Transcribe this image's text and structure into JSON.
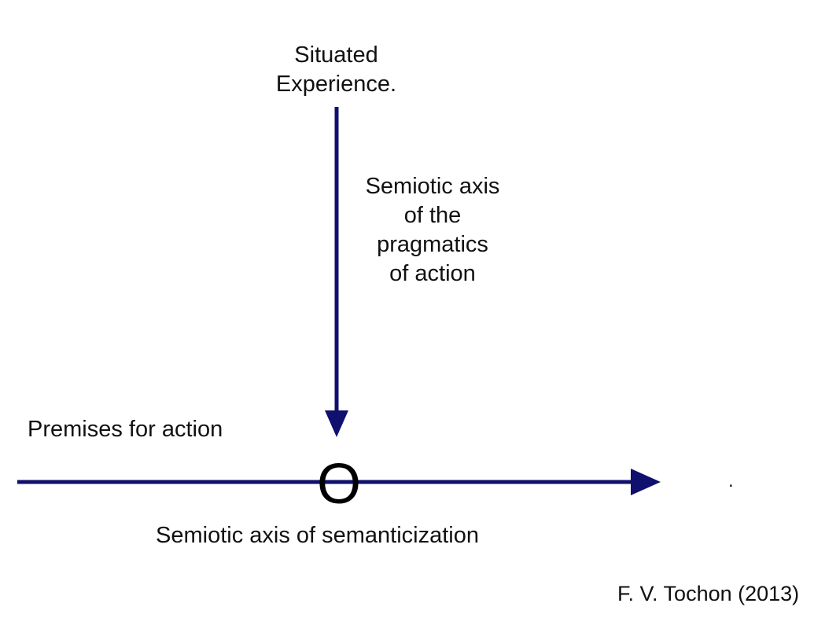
{
  "top_label": {
    "line1": "Situated",
    "line2": "Experience."
  },
  "vertical_axis": {
    "line1": "Semiotic axis",
    "line2": "of the",
    "line3": "pragmatics",
    "line4": "of action"
  },
  "left_label": "Premises for action",
  "origin_label": "O",
  "horizontal_axis_label": "Semiotic axis of semanticization",
  "trailing_mark": ".",
  "credit": "F. V. Tochon (2013)",
  "colors": {
    "arrow": "#10106e",
    "text": "#111111"
  }
}
